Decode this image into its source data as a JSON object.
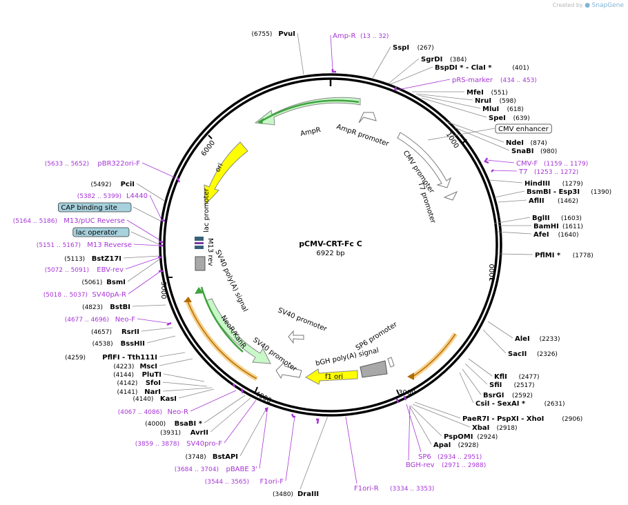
{
  "watermark": {
    "prefix": "Created by",
    "brand": "SnapGene"
  },
  "plasmid": {
    "name": "pCMV-CRT-Fc C",
    "size_label": "6922 bp"
  },
  "colors": {
    "enzyme": "#000000",
    "primer": "#a633d6",
    "feature_bar": "#a633d6",
    "backbone": "#000000",
    "ampr": "#c8f7c8",
    "ampr_arrow": "#3fa33f",
    "ori": "#ffff00",
    "neo": "#c8f7c8",
    "orange": "#f2a33a",
    "gray": "#a8a8a8",
    "box_blue": "#a6d1dd"
  },
  "ticks": [
    "1000",
    "2000",
    "3000",
    "4000",
    "5000",
    "6000"
  ],
  "right_labels": [
    {
      "name": "SspI",
      "coord": "(267)",
      "kind": "enzyme"
    },
    {
      "name": "SgrDI",
      "coord": "(384)",
      "kind": "enzyme"
    },
    {
      "name": "BspDI * - ClaI *",
      "coord": "(401)",
      "kind": "enzyme"
    },
    {
      "name": "pRS-marker",
      "coord": "(434 .. 453)",
      "kind": "primer"
    },
    {
      "name": "MfeI",
      "coord": "(551)",
      "kind": "enzyme"
    },
    {
      "name": "NruI",
      "coord": "(598)",
      "kind": "enzyme"
    },
    {
      "name": "MluI",
      "coord": "(618)",
      "kind": "enzyme"
    },
    {
      "name": "SpeI",
      "coord": "(639)",
      "kind": "enzyme"
    },
    {
      "name": "CMV enhancer",
      "coord": "",
      "kind": "boxwhite"
    },
    {
      "name": "NdeI",
      "coord": "(874)",
      "kind": "enzyme"
    },
    {
      "name": "SnaBI",
      "coord": "(980)",
      "kind": "enzyme"
    },
    {
      "name": "CMV-F",
      "coord": "(1159 .. 1179)",
      "kind": "primer"
    },
    {
      "name": "T7",
      "coord": "(1253 .. 1272)",
      "kind": "primer"
    },
    {
      "name": "HindIII",
      "coord": "(1279)",
      "kind": "enzyme"
    },
    {
      "name": "BsmBI - Esp3I",
      "coord": "(1390)",
      "kind": "enzyme"
    },
    {
      "name": "AflII",
      "coord": "(1462)",
      "kind": "enzyme"
    },
    {
      "name": "BglII",
      "coord": "(1603)",
      "kind": "enzyme"
    },
    {
      "name": "BamHI",
      "coord": "(1611)",
      "kind": "enzyme"
    },
    {
      "name": "AfeI",
      "coord": "(1640)",
      "kind": "enzyme"
    },
    {
      "name": "PflMI *",
      "coord": "(1778)",
      "kind": "enzyme"
    },
    {
      "name": "AleI",
      "coord": "(2233)",
      "kind": "enzyme"
    },
    {
      "name": "SacII",
      "coord": "(2326)",
      "kind": "enzyme"
    },
    {
      "name": "KflI",
      "coord": "(2477)",
      "kind": "enzyme"
    },
    {
      "name": "SfiI",
      "coord": "(2517)",
      "kind": "enzyme"
    },
    {
      "name": "BsrGI",
      "coord": "(2592)",
      "kind": "enzyme"
    },
    {
      "name": "CsiI - SexAI *",
      "coord": "(2631)",
      "kind": "enzyme"
    },
    {
      "name": "PaeR7I - PspXI - XhoI",
      "coord": "(2906)",
      "kind": "enzyme"
    },
    {
      "name": "XbaI",
      "coord": "(2918)",
      "kind": "enzyme"
    },
    {
      "name": "PspOMI",
      "coord": "(2924)",
      "kind": "enzyme"
    },
    {
      "name": "ApaI",
      "coord": "(2928)",
      "kind": "enzyme"
    }
  ],
  "bottom_labels": [
    {
      "name": "SP6",
      "coord": "(2934 .. 2951)",
      "kind": "primer"
    },
    {
      "name": "BGH-rev",
      "coord": "(2971 .. 2988)",
      "kind": "primer"
    },
    {
      "name": "F1ori-R",
      "coord": "(3334 .. 3353)",
      "kind": "primer"
    },
    {
      "name": "DraIII",
      "coord": "(3480)",
      "kind": "enzyme"
    }
  ],
  "left_labels": [
    {
      "name": "PvuI",
      "coord": "(6755)",
      "kind": "enzyme"
    },
    {
      "name": "pBR322ori-F",
      "coord": "(5633 .. 5652)",
      "kind": "primer"
    },
    {
      "name": "PciI",
      "coord": "(5492)",
      "kind": "enzyme"
    },
    {
      "name": "L4440",
      "coord": "(5382 .. 5399)",
      "kind": "primer"
    },
    {
      "name": "CAP binding site",
      "coord": "",
      "kind": "boxblue"
    },
    {
      "name": "M13/pUC Reverse",
      "coord": "(5164 .. 5186)",
      "kind": "primer"
    },
    {
      "name": "lac operator",
      "coord": "",
      "kind": "boxblue"
    },
    {
      "name": "M13 Reverse",
      "coord": "(5151 .. 5167)",
      "kind": "primer"
    },
    {
      "name": "BstZ17I",
      "coord": "(5113)",
      "kind": "enzyme"
    },
    {
      "name": "EBV-rev",
      "coord": "(5072 .. 5091)",
      "kind": "primer"
    },
    {
      "name": "BsmI",
      "coord": "(5061)",
      "kind": "enzyme"
    },
    {
      "name": "SV40pA-R",
      "coord": "(5018 .. 5037)",
      "kind": "primer"
    },
    {
      "name": "BstBI",
      "coord": "(4823)",
      "kind": "enzyme"
    },
    {
      "name": "Neo-F",
      "coord": "(4677 .. 4696)",
      "kind": "primer"
    },
    {
      "name": "RsrII",
      "coord": "(4657)",
      "kind": "enzyme"
    },
    {
      "name": "BssHII",
      "coord": "(4538)",
      "kind": "enzyme"
    },
    {
      "name": "PflFI - Tth111I",
      "coord": "(4259)",
      "kind": "enzyme"
    },
    {
      "name": "MscI",
      "coord": "(4223)",
      "kind": "enzyme"
    },
    {
      "name": "PluTI",
      "coord": "(4144)",
      "kind": "enzyme"
    },
    {
      "name": "SfoI",
      "coord": "(4142)",
      "kind": "enzyme"
    },
    {
      "name": "NarI",
      "coord": "(4141)",
      "kind": "enzyme"
    },
    {
      "name": "KasI",
      "coord": "(4140)",
      "kind": "enzyme"
    },
    {
      "name": "Neo-R",
      "coord": "(4067 .. 4086)",
      "kind": "primer"
    },
    {
      "name": "BsaBI *",
      "coord": "(4000)",
      "kind": "enzyme"
    },
    {
      "name": "AvrII",
      "coord": "(3931)",
      "kind": "enzyme"
    },
    {
      "name": "SV40pro-F",
      "coord": "(3859 .. 3878)",
      "kind": "primer"
    },
    {
      "name": "BstAPI",
      "coord": "(3748)",
      "kind": "enzyme"
    },
    {
      "name": "pBABE 3'",
      "coord": "(3684 .. 3704)",
      "kind": "primer"
    },
    {
      "name": "F1ori-F",
      "coord": "(3544 .. 3565)",
      "kind": "primer"
    }
  ],
  "top_labels": [
    {
      "name": "Amp-R",
      "coord": "(13 .. 32)",
      "kind": "primer"
    }
  ],
  "features": {
    "ampr": "AmpR",
    "ampr_promoter": "AmpR promoter",
    "cmv_promoter": "CMV promoter",
    "t7_promoter": "T7 promoter",
    "ori": "ori",
    "lac_promoter": "lac promoter",
    "m13_rev": "M13 rev",
    "sv40_polya": "SV40 poly(A) signal",
    "neo": "NeoR/KanR",
    "sv40_promoter_inner": "SV40 promoter",
    "sv40_promoter": "SV40 promoter",
    "f1_ori": "f1 ori",
    "bgh_polya": "bGH poly(A) signal",
    "sp6_promoter": "SP6 promoter"
  }
}
